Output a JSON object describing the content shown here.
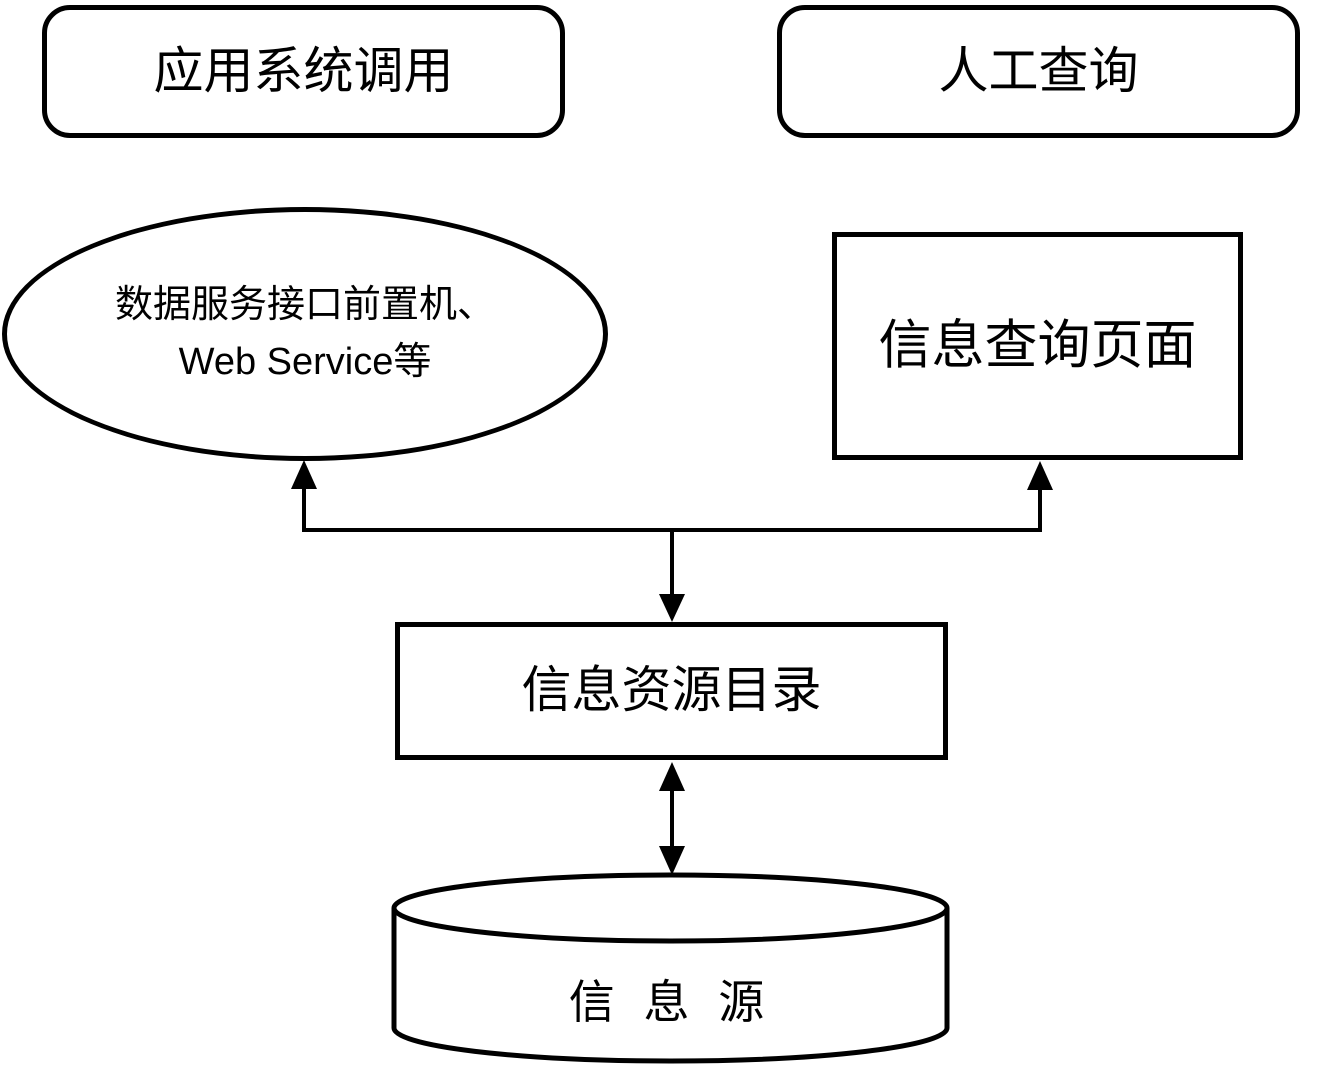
{
  "diagram": {
    "background_color": "#ffffff",
    "stroke_color": "#000000",
    "nodes": {
      "app_system_call": {
        "label": "应用系统调用"
      },
      "manual_query": {
        "label": "人工查询"
      },
      "data_service_interface": {
        "label_line1": "数据服务接口前置机、",
        "label_line2": "Web Service等"
      },
      "info_query_page": {
        "label": "信息查询页面"
      },
      "info_resource_catalog": {
        "label": "信息资源目录"
      },
      "info_source": {
        "label": "信 息 源"
      }
    },
    "connections": [
      {
        "from": "info_resource_catalog",
        "to": "data_service_interface",
        "type": "arrow-up"
      },
      {
        "from": "info_resource_catalog",
        "to": "info_query_page",
        "type": "arrow-up"
      },
      {
        "from": "fork_junction",
        "to": "info_resource_catalog",
        "type": "arrow-down"
      },
      {
        "from": "info_resource_catalog",
        "to": "info_source",
        "type": "arrow-bidirectional"
      }
    ]
  }
}
